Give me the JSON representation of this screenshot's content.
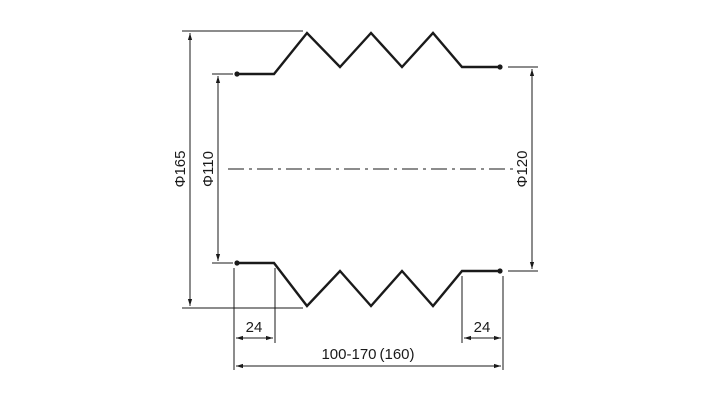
{
  "diagram": {
    "dimensions": {
      "outer_diameter": "Φ165",
      "inner_diameter_left": "Φ110",
      "inner_diameter_right": "Φ120",
      "left_cuff_length": "24",
      "right_cuff_length": "24",
      "overall_length": "100-170 (160)"
    },
    "colors": {
      "line": "#1a1a1a",
      "background": "#ffffff"
    }
  }
}
